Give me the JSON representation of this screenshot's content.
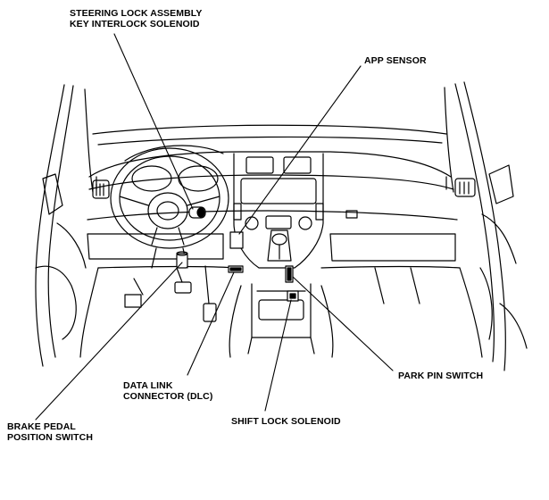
{
  "diagram": {
    "colors": {
      "line": "#000000",
      "background": "#ffffff"
    },
    "labels": {
      "steering_lock": [
        "STEERING LOCK ASSEMBLY",
        "KEY INTERLOCK SOLENOID"
      ],
      "app_sensor": [
        "APP SENSOR"
      ],
      "park_pin": [
        "PARK PIN SWITCH"
      ],
      "dlc": [
        "DATA LINK",
        "CONNECTOR (DLC)"
      ],
      "shift_lock": [
        "SHIFT LOCK SOLENOID"
      ],
      "brake_pedal": [
        "BRAKE PEDAL",
        "POSITION SWITCH"
      ]
    }
  }
}
